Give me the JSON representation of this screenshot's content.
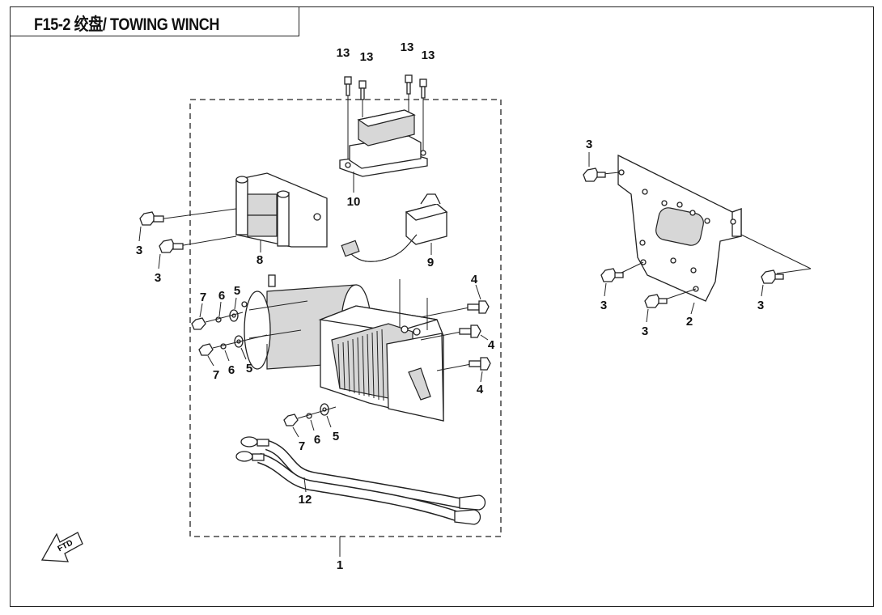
{
  "title": "F15-2 绞盘/ TOWING WINCH",
  "fwd_label": "FTD",
  "callouts": {
    "c1": "1",
    "c2": "2",
    "c3a": "3",
    "c3b": "3",
    "c3c": "3",
    "c3d": "3",
    "c3e": "3",
    "c3f": "3",
    "c4a": "4",
    "c4b": "4",
    "c4c": "4",
    "c5a": "5",
    "c5b": "5",
    "c5c": "5",
    "c6a": "6",
    "c6b": "6",
    "c6c": "6",
    "c7a": "7",
    "c7b": "7",
    "c7c": "7",
    "c8": "8",
    "c9": "9",
    "c10": "10",
    "c12": "12",
    "c13a": "13",
    "c13b": "13",
    "c13c": "13",
    "c13d": "13"
  }
}
